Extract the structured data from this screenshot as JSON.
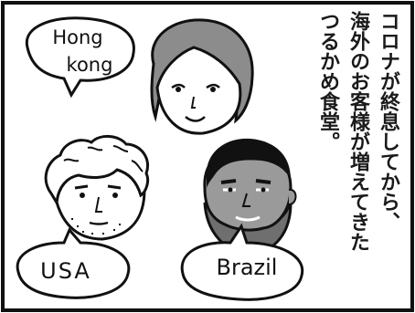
{
  "caption": {
    "col1": "コロナが終息してから、",
    "col2": "海外のお客様が増えてきた",
    "col3": "つるかめ食堂。"
  },
  "bubbles": {
    "hongkong_line1": "Hong",
    "hongkong_line2": "kong",
    "usa": "USA",
    "brazil": "Brazil"
  },
  "colors": {
    "ink": "#111111",
    "background": "#ffffff",
    "shade": "#9a9a9a",
    "beard": "#6f6f6f"
  }
}
